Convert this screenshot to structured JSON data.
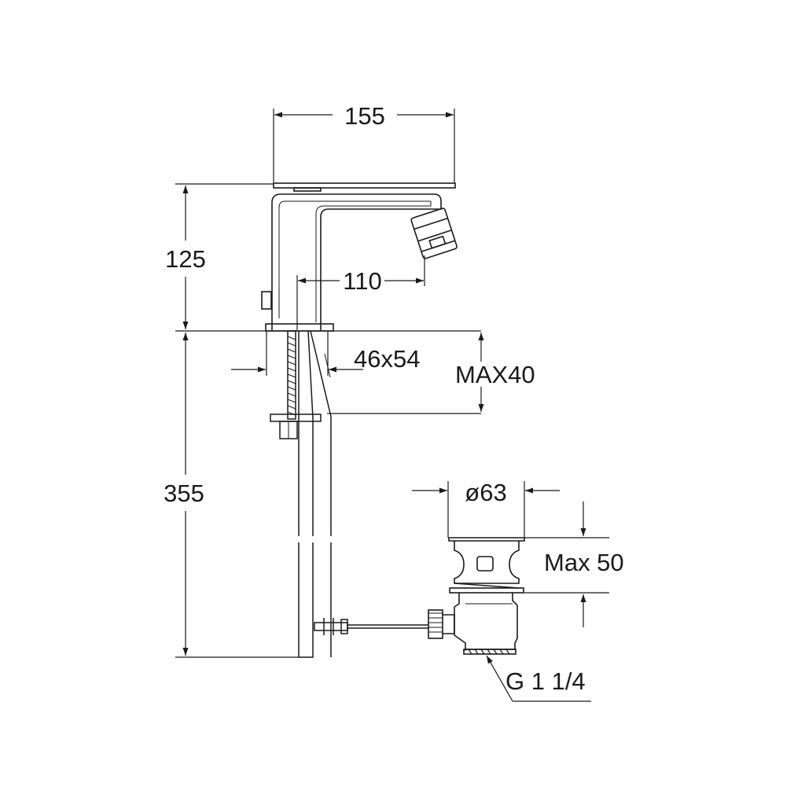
{
  "dimensions": {
    "width_top": "155",
    "height_body": "125",
    "spout_reach": "110",
    "hole_size": "46x54",
    "max_deck": "MAX40",
    "height_total": "355",
    "waste_diameter": "ø63",
    "waste_max": "Max 50",
    "thread": "G 1 1/4"
  }
}
